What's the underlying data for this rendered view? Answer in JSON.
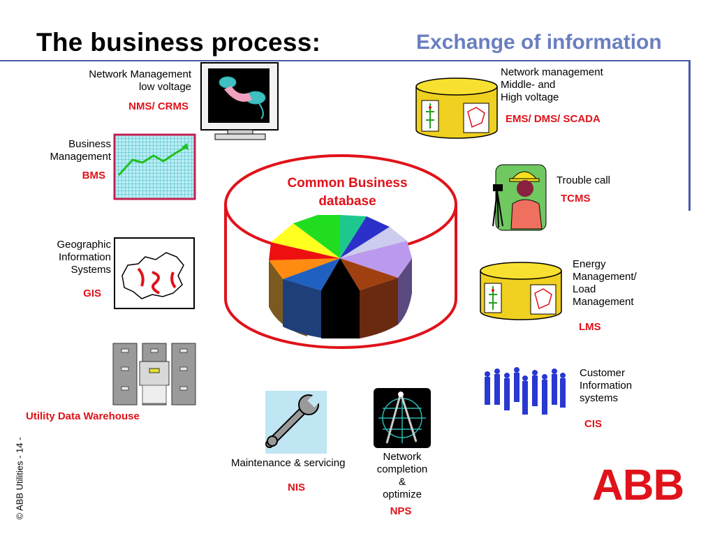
{
  "title": "The business process:",
  "subtitle": "Exchange of information",
  "center": {
    "label": "Common Business database"
  },
  "systems": {
    "nms": {
      "name_lines": [
        "Network Management",
        "low voltage"
      ],
      "code": "NMS/ CRMS"
    },
    "bms": {
      "name_lines": [
        "Business",
        "Management"
      ],
      "code": "BMS"
    },
    "gis": {
      "name_lines": [
        "Geographic",
        "Information",
        "Systems"
      ],
      "code": "GIS"
    },
    "udw": {
      "code": "Utility Data Warehouse"
    },
    "ems": {
      "name_lines": [
        "Network management",
        "Middle- and",
        "High voltage"
      ],
      "code": "EMS/ DMS/ SCADA"
    },
    "tcms": {
      "name_lines": [
        "Trouble call"
      ],
      "code": "TCMS"
    },
    "lms": {
      "name_lines": [
        "Energy",
        "Management/",
        "Load",
        "Management"
      ],
      "code": "LMS"
    },
    "cis": {
      "name_lines": [
        "Customer",
        "Information",
        "systems"
      ],
      "code": "CIS"
    },
    "nis": {
      "name_lines": [
        "Maintenance & servicing"
      ],
      "code": "NIS"
    },
    "nps": {
      "name_lines": [
        "Network",
        "completion",
        "&",
        "optimize"
      ],
      "code": "NPS"
    }
  },
  "footer": "© ABB Utilities  - 14 -",
  "logo": "ABB",
  "colors": {
    "accent_red": "#e0121a",
    "title_blue": "#6a7fc0",
    "rule": "#4a58a8"
  }
}
